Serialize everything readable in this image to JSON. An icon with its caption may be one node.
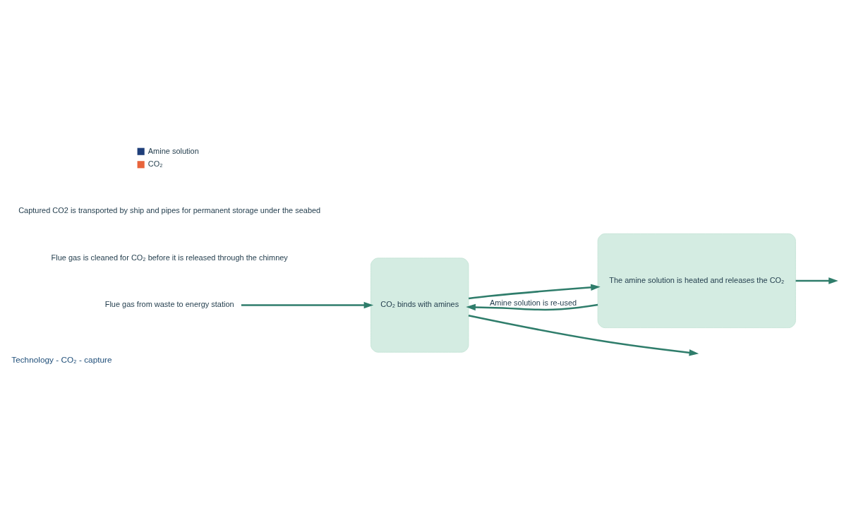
{
  "diagram": {
    "caption": "Technology - CO₂ - capture",
    "nodes": [
      {
        "text": [
          "Flue gas from waste to energy station"
        ]
      },
      {
        "text": [
          "CO₂ binds with amines"
        ]
      },
      {
        "text": [
          "The amine solution is heated and releases the CO₂"
        ]
      }
    ],
    "edges": [
      {
        "from": 0,
        "to": 1,
        "arrow": "to"
      },
      {
        "from": 1,
        "to": null,
        "arrow": "to"
      },
      {
        "from": 1,
        "to": 2,
        "arrow": "to"
      },
      {
        "from": 2,
        "to": 1,
        "arrow": "to",
        "label": "Amine solution is re-used"
      },
      {
        "from": 2,
        "to": null,
        "arrow": "to"
      }
    ],
    "labels": [
      "Flue gas is cleaned for CO₂ before it is released through the chimney",
      "Captured CO2 is transported by ship and pipes for permanent storage under the seabed"
    ],
    "legend": [
      {
        "text": "Amine solution",
        "color": "#1f3f7a"
      },
      {
        "text": "CO₂",
        "color": "#e8643c"
      }
    ]
  }
}
